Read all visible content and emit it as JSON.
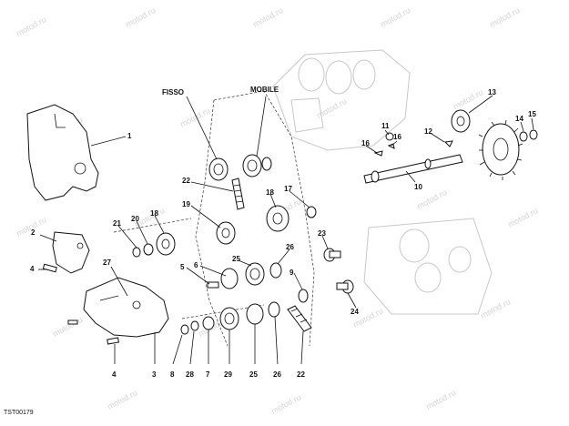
{
  "diagram": {
    "figure_code": "TST00179",
    "watermark": "motod.ru",
    "labels": {
      "fisso": "FISSO",
      "mobile": "MOBILE"
    },
    "callouts": {
      "c1": "1",
      "c2": "2",
      "c3": "3",
      "c4a": "4",
      "c4b": "4",
      "c5": "5",
      "c6": "6",
      "c7": "7",
      "c8": "8",
      "c9": "9",
      "c10": "10",
      "c11": "11",
      "c12": "12",
      "c13": "13",
      "c14": "14",
      "c15": "15",
      "c16a": "16",
      "c16b": "16",
      "c17": "17",
      "c18a": "18",
      "c18b": "18",
      "c19": "19",
      "c20": "20",
      "c21": "21",
      "c22a": "22",
      "c22b": "22",
      "c23": "23",
      "c24": "24",
      "c25a": "25",
      "c25b": "25",
      "c26a": "26",
      "c26b": "26",
      "c27": "27",
      "c28": "28",
      "c29": "29"
    }
  }
}
